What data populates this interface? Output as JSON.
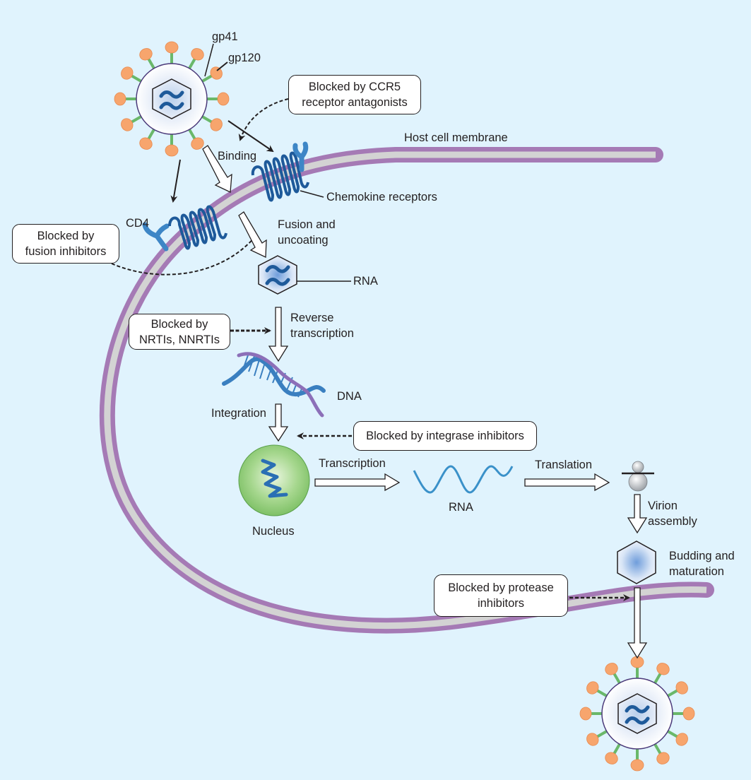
{
  "title": "HIV life cycle and antiretroviral drug targets",
  "colors": {
    "background": "#e0f3fd",
    "membrane_outer": "#a57ab5",
    "membrane_inner": "#d3d3d3",
    "receptor_blue": "#1e5a9a",
    "cd4_blue": "#3d86c6",
    "gp120_orange": "#f7a56d",
    "gp41_green": "#6ab86a",
    "nucleus_green": "#8cc97a",
    "rna_blue": "#3a91c9"
  },
  "virus_labels": {
    "gp41": "gp41",
    "gp120": "gp120"
  },
  "membrane_label": "Host cell membrane",
  "receptor_labels": {
    "cd4": "CD4",
    "chemokine": "Chemokine receptors"
  },
  "steps": {
    "binding": "Binding",
    "fusion": [
      "Fusion and",
      "uncoating"
    ],
    "rna": "RNA",
    "reverse_transcription": [
      "Reverse",
      "transcription"
    ],
    "dna": "DNA",
    "integration": "Integration",
    "nucleus": "Nucleus",
    "transcription": "Transcription",
    "rna2": "RNA",
    "translation": "Translation",
    "virion_assembly": [
      "Virion",
      "assembly"
    ],
    "budding": [
      "Budding and",
      "maturation"
    ]
  },
  "blockers": {
    "ccr5": [
      "Blocked by CCR5",
      "receptor antagonists"
    ],
    "fusion": [
      "Blocked by",
      "fusion inhibitors"
    ],
    "nrti": [
      "Blocked by",
      "NRTIs, NNRTIs"
    ],
    "integrase": [
      "Blocked by integrase inhibitors"
    ],
    "protease": [
      "Blocked by protease",
      "inhibitors"
    ]
  }
}
